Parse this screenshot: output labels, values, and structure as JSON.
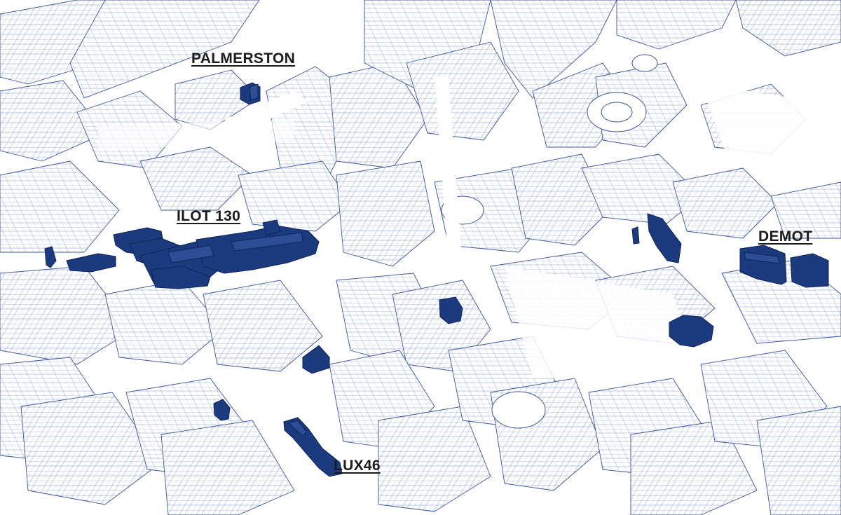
{
  "map": {
    "labels": {
      "palmerston": "PALMERSTON",
      "ilot130": "ILOT 130",
      "demot": "DEMOT",
      "lux46": "LUX46"
    },
    "colors": {
      "background": "#ffffff",
      "context_outline": "#1f3a8a",
      "highlight_fill": "#1c3a7e",
      "label_text": "#1b1b1b"
    }
  }
}
